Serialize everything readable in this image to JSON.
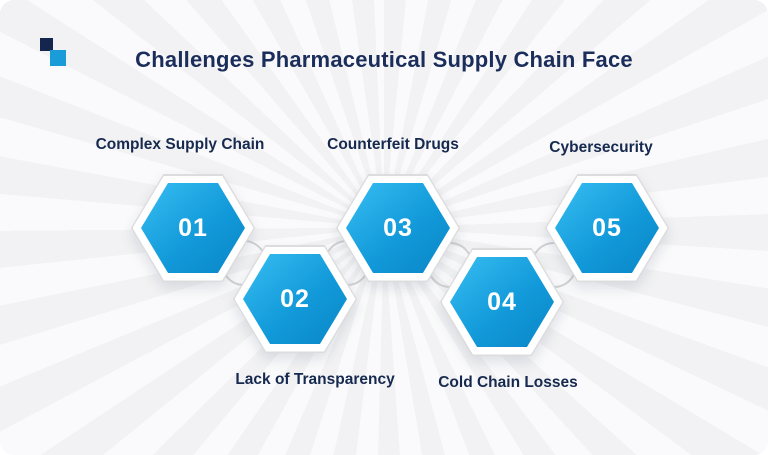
{
  "header": {
    "title": "Challenges Pharmaceutical Supply Chain Face"
  },
  "items": [
    {
      "number": "01",
      "label": "Complex Supply Chain"
    },
    {
      "number": "02",
      "label": "Lack of Transparency"
    },
    {
      "number": "03",
      "label": "Counterfeit Drugs"
    },
    {
      "number": "04",
      "label": "Cold Chain Losses"
    },
    {
      "number": "05",
      "label": "Cybersecurity"
    }
  ],
  "colors": {
    "title_text": "#1b2d5b",
    "label_text": "#16294f",
    "hex_blue_light": "#38bef2",
    "hex_blue_mid": "#129ada",
    "hex_blue_dark": "#0a86c6",
    "connector": "#d2d2d4",
    "background": "#f6f6f7",
    "logo_dark": "#14264d",
    "logo_blue": "#1a9cd8"
  }
}
